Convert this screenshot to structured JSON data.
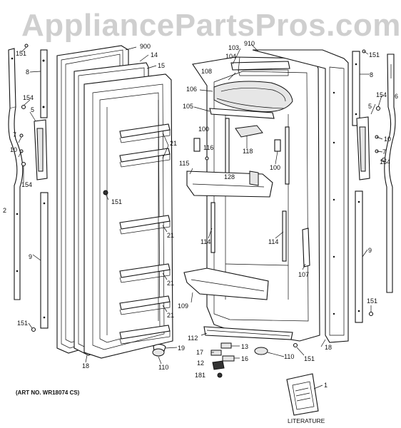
{
  "watermark": "AppliancePartsPros.com",
  "art_number": "(ART NO. WR18074 CS)",
  "literature_caption": "LITERATURE",
  "callouts": {
    "c900": "900",
    "c14": "14",
    "c15": "15",
    "c151a": "151",
    "c8a": "8",
    "c154a": "154",
    "c5a": "5",
    "c7a": "7",
    "c10a": "10",
    "c154b": "154",
    "c2": "2",
    "c21a": "21",
    "c151b": "151",
    "c21b": "21",
    "c21c": "21",
    "c21d": "21",
    "c9a": "9",
    "c151c": "151",
    "c18a": "18",
    "c19": "19",
    "c110a": "110",
    "c910": "910",
    "c103": "103",
    "c104": "104",
    "c108": "108",
    "c106": "106",
    "c105": "105",
    "c100a": "100",
    "c116": "116",
    "c118": "118",
    "c115": "115",
    "c128": "128",
    "c100b": "100",
    "c114a": "114",
    "c114b": "114",
    "c107": "107",
    "c109": "109",
    "c112": "112",
    "c13": "13",
    "c17": "17",
    "c16": "16",
    "c12": "12",
    "c181": "181",
    "c110b": "110",
    "c151d": "151",
    "c18b": "18",
    "c151e": "151",
    "c8b": "8",
    "c5b": "5",
    "c6": "6",
    "c154c": "154",
    "c10b": "10",
    "c7b": "7",
    "c154d": "154",
    "c9b": "9",
    "c151f": "151",
    "c1": "1"
  }
}
